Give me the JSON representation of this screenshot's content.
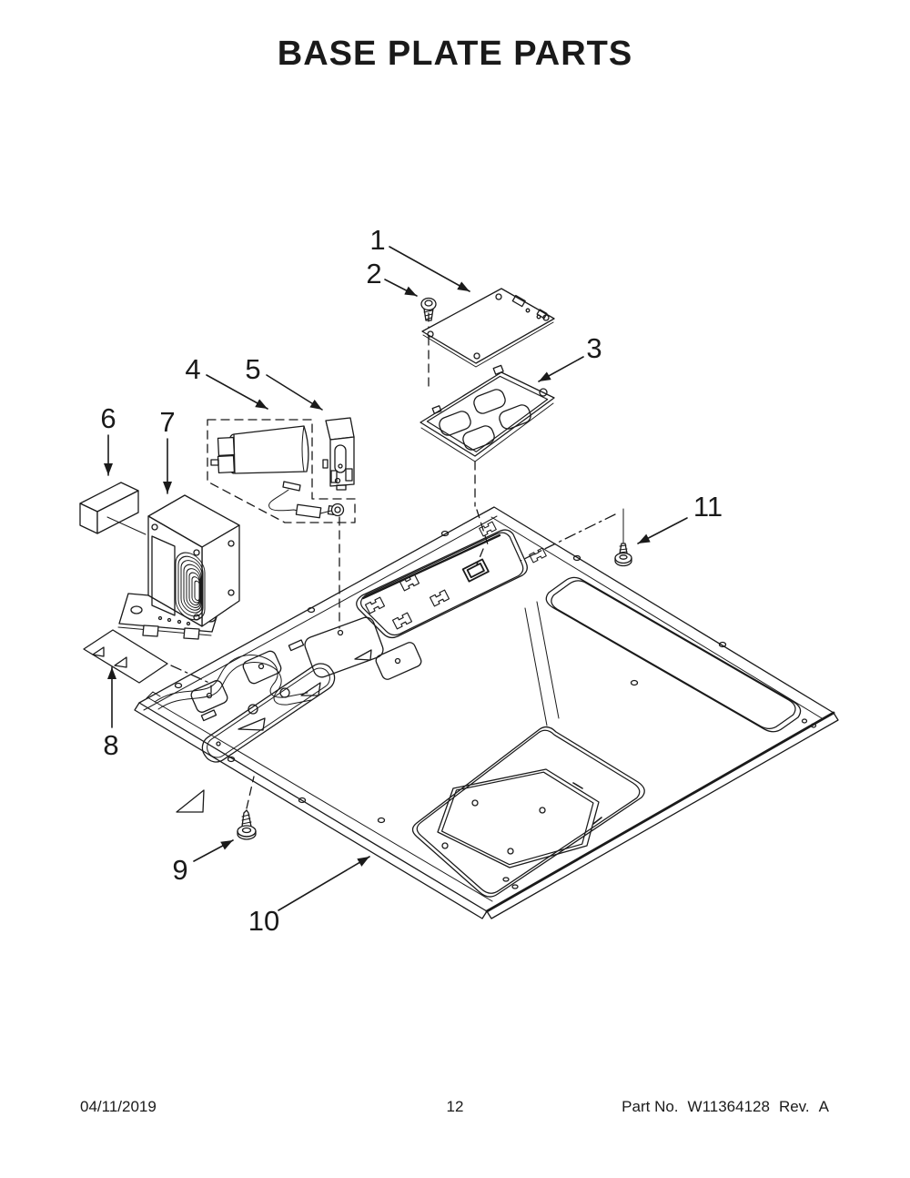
{
  "page": {
    "title": "BASE PLATE PARTS"
  },
  "callouts": [
    {
      "number": "1"
    },
    {
      "number": "2"
    },
    {
      "number": "3"
    },
    {
      "number": "4"
    },
    {
      "number": "5"
    },
    {
      "number": "6"
    },
    {
      "number": "7"
    },
    {
      "number": "8"
    },
    {
      "number": "9"
    },
    {
      "number": "10"
    },
    {
      "number": "11"
    }
  ],
  "footer": {
    "date": "04/11/2019",
    "page_number": "12",
    "part_label": "Part No.",
    "part_number": "W11364128",
    "rev_label": "Rev.",
    "rev": "A"
  },
  "colors": {
    "ink": "#1a1a1a",
    "paper": "#ffffff"
  }
}
